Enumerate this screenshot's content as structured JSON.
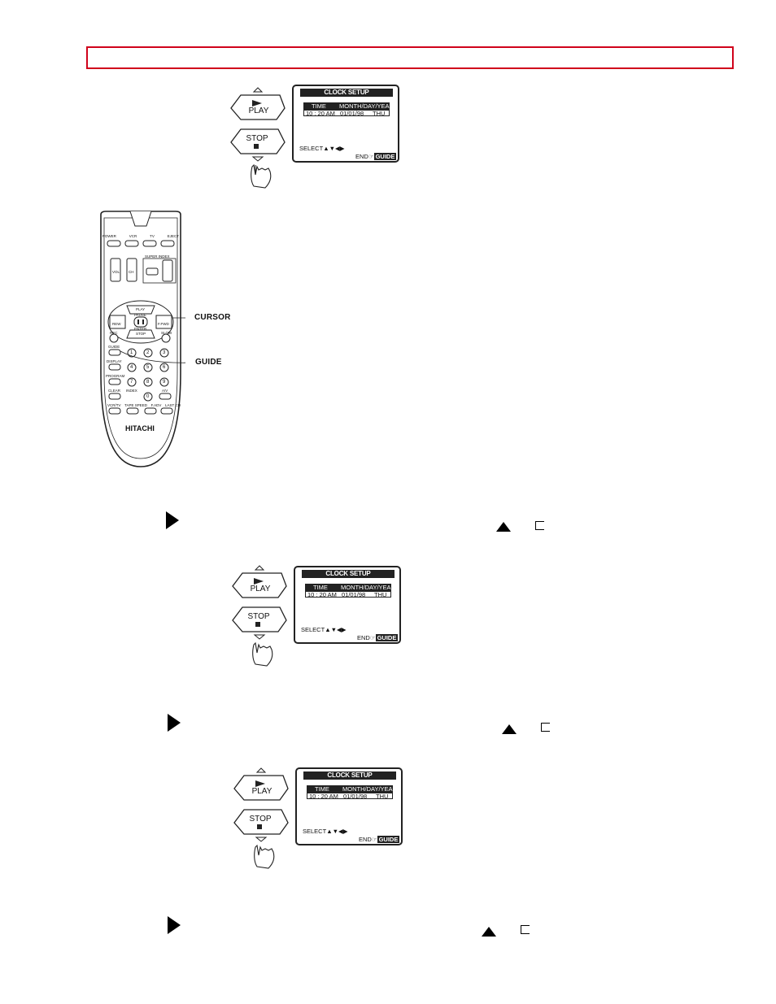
{
  "buttons": {
    "play": "PLAY",
    "stop": "STOP"
  },
  "osd": {
    "title": "CLOCK SETUP",
    "col_time": "TIME",
    "col_date": "MONTH/DAY/YEAR",
    "value_time": "10 : 20 AM",
    "value_date": "01/01/98",
    "value_day": "THU",
    "select": "SELECT",
    "end": "END",
    "guide": "GUIDE"
  },
  "remote": {
    "brand": "HITACHI",
    "callout_cursor": "CURSOR",
    "callout_guide": "GUIDE",
    "top_keys": [
      "POWER",
      "VCR",
      "TV",
      "EJECT"
    ],
    "vol": "VOL",
    "ch": "CH",
    "super_index": "SUPER INDEX",
    "transport": {
      "play": "PLAY",
      "rew": "REW",
      "ffwd": "F.FWD",
      "pause": "PAUSE",
      "enter": "ENTER",
      "rec": "REC",
      "stop": "STOP",
      "slow": "SLOW"
    },
    "side_keys": [
      "GUIDE",
      "DISPLAY",
      "PROGRAM",
      "CLEAR",
      "INDEX"
    ],
    "digits": [
      "1",
      "2",
      "3",
      "4",
      "5",
      "6",
      "7",
      "8",
      "9",
      "0"
    ],
    "bottom_keys": [
      "VCR/TV",
      "TAPE SPEED",
      "F.ADV",
      "LAST CH"
    ],
    "av": "A/V"
  },
  "colors": {
    "header_border": "#d0021b",
    "ink": "#111111"
  }
}
